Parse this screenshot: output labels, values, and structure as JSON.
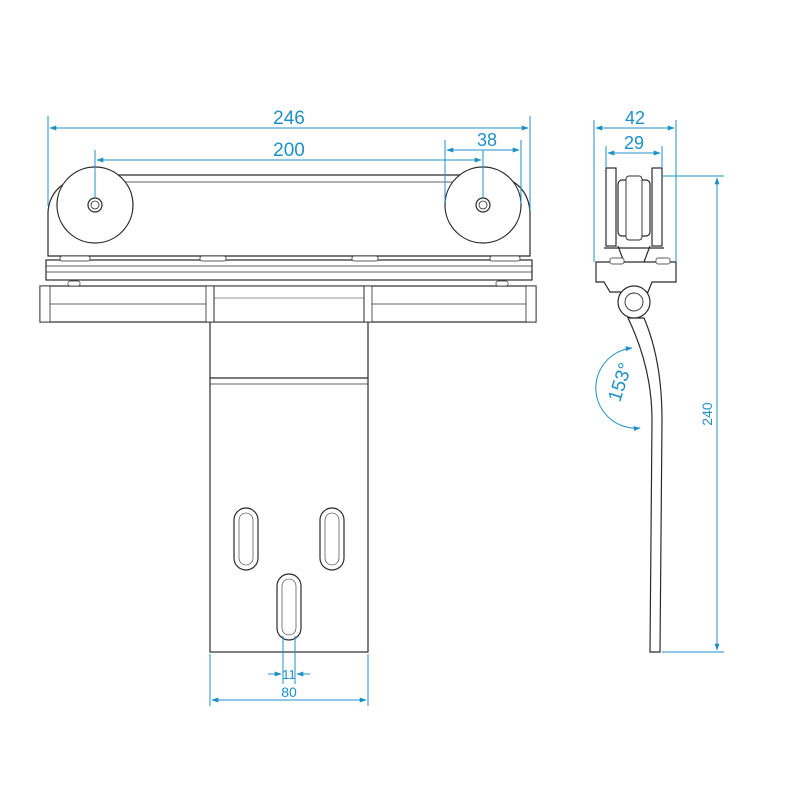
{
  "colors": {
    "dimension": "#1e90c8",
    "outline": "#2b2b2b",
    "fill": "#ffffff"
  },
  "dimensions": {
    "overall_width": "246",
    "roller_spacing": "200",
    "roller_diameter": "38",
    "side_width": "42",
    "roller_width": "29",
    "plate_width": "80",
    "slot_width": "11",
    "total_height": "240",
    "bend_angle": "153°"
  }
}
